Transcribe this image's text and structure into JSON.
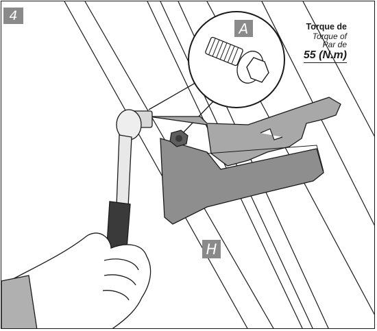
{
  "step": {
    "number": "4"
  },
  "callouts": {
    "bolt_label": "A",
    "bracket_label": "H"
  },
  "torque": {
    "label_en": "Torque de",
    "label_en2": "Torque of",
    "label_fr": "Par de",
    "value": "55 (N.m)"
  },
  "colors": {
    "label_bg": "#8a8a8a",
    "bracket_fill": "#8e8e8e",
    "line": "#1a1a1a"
  }
}
